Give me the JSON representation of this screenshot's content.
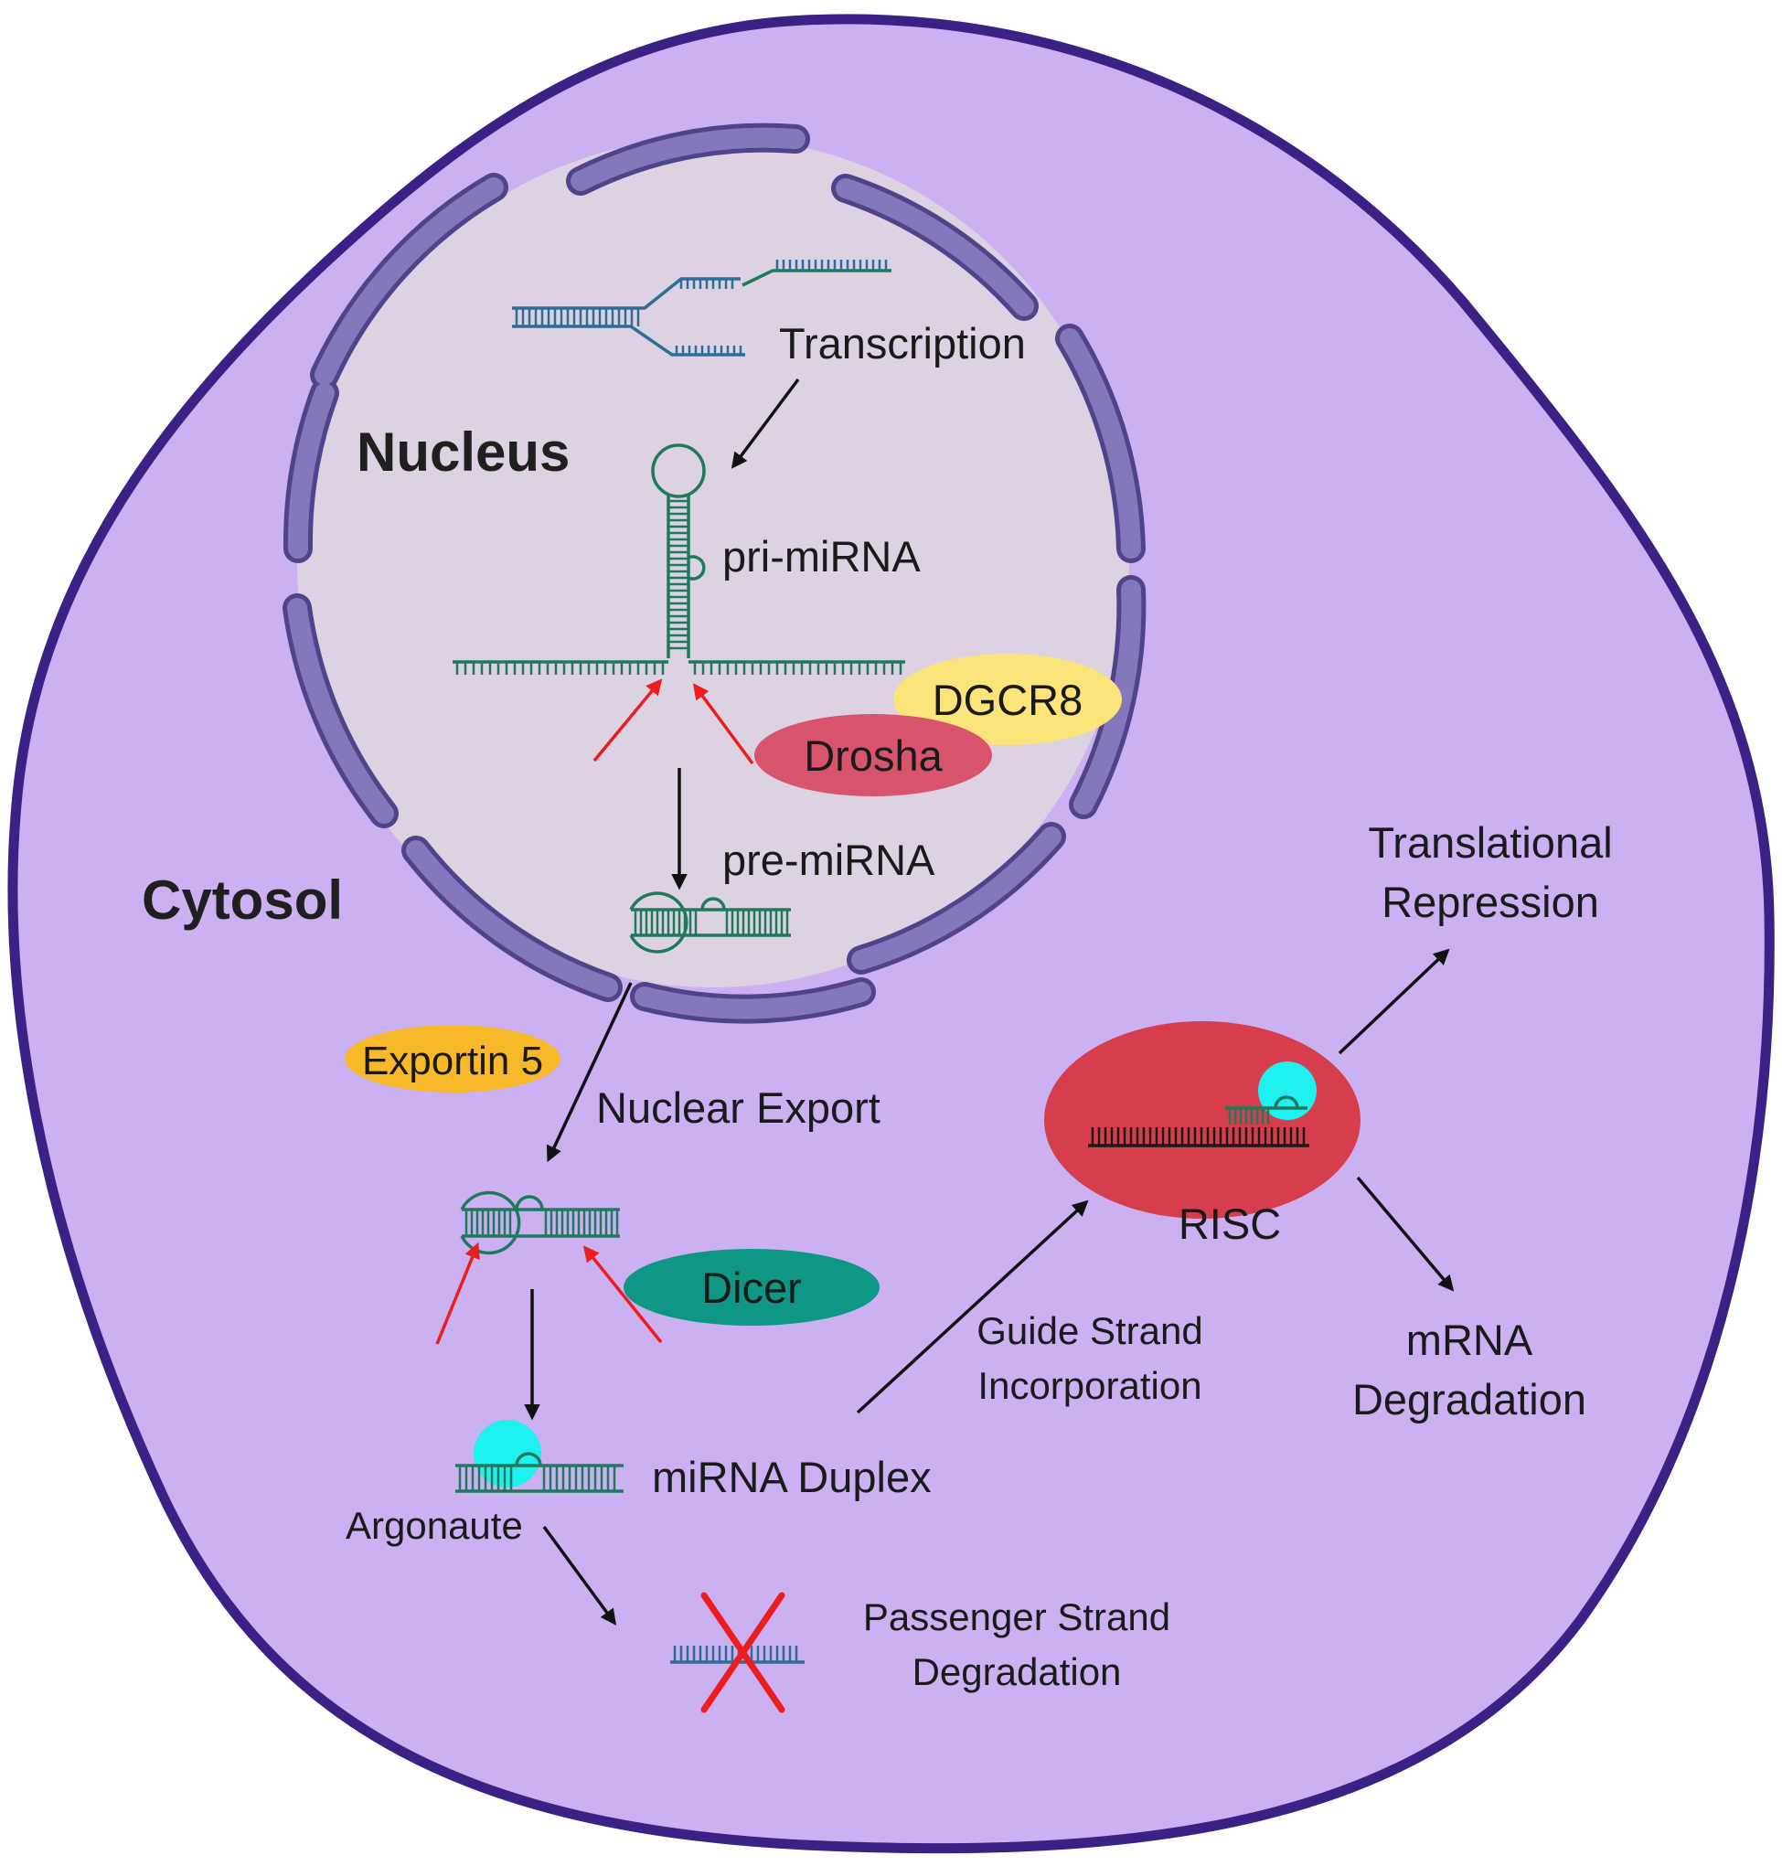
{
  "regions": {
    "nucleus": "Nucleus",
    "cytosol": "Cytosol"
  },
  "labels": {
    "transcription": "Transcription",
    "pri_mirna": "pri-miRNA",
    "pre_mirna": "pre-miRNA",
    "nuclear_export": "Nuclear Export",
    "mirna_duplex": "miRNA Duplex",
    "argonaute": "Argonaute",
    "guide_strand_line1": "Guide Strand",
    "guide_strand_line2": "Incorporation",
    "risc": "RISC",
    "translational_line1": "Translational",
    "translational_line2": "Repression",
    "mrna_deg_line1": "mRNA",
    "mrna_deg_line2": "Degradation",
    "passenger_line1": "Passenger Strand",
    "passenger_line2": "Degradation"
  },
  "proteins": {
    "dgcr8": "DGCR8",
    "drosha": "Drosha",
    "exportin": "Exportin 5",
    "dicer": "Dicer"
  },
  "colors": {
    "cell_fill": "#cbb1f2",
    "cell_border": "#3b2185",
    "nucleus_fill": "#dcd2e2",
    "envelope": "#8577bb",
    "rna_green": "#1f7a5c",
    "dna_blue": "#2e6e96",
    "cut_arrow": "#ee1c1c",
    "dgcr8": "#fbe57a",
    "drosha": "#d8536c",
    "exportin": "#f7b82a",
    "dicer": "#0e9785",
    "risc": "#d63d4d",
    "argonaute": "#1ff0f0"
  }
}
